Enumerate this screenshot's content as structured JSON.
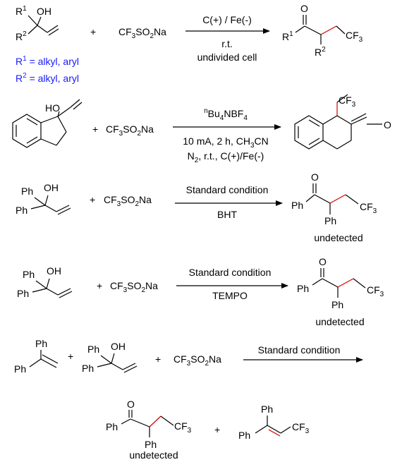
{
  "labels": {
    "r1": "R",
    "r1_sup": "1",
    "r2": "R",
    "r2_sup": "2",
    "oh": "OH",
    "ho": "HO",
    "o": "O",
    "ph": "Ph",
    "plus": "+",
    "cf3": "CF",
    "cf3_sub": "3"
  },
  "reagent": {
    "text": "CF",
    "sub3": "3",
    "so": "SO",
    "sub2": "2",
    "na": "Na"
  },
  "legend": {
    "r1_def": "= alkyl, aryl",
    "r2_def": "= alkyl, aryl",
    "color": "#1a1aff"
  },
  "conditions": {
    "general_top": "C(+) / Fe(-)",
    "general_bottom1": "r.t.",
    "general_bottom2": "undivided cell",
    "indanol_top_prefix": "n",
    "indanol_top": "Bu",
    "indanol_top_sub": "4",
    "indanol_top_end": "NBF",
    "indanol_top_sub2": "4",
    "indanol_bottom1": "10 mA, 2 h, CH",
    "indanol_bottom1_sub": "3",
    "indanol_bottom1_end": "CN",
    "indanol_bottom2_a": "N",
    "indanol_bottom2_sub": "2",
    "indanol_bottom2_b": ", r.t., C(+)/Fe(-)",
    "standard": "Standard condition",
    "bht": "BHT",
    "tempo": "TEMPO"
  },
  "notes": {
    "undetected": "undetected"
  },
  "colors": {
    "highlight_bond": "#d40000"
  }
}
